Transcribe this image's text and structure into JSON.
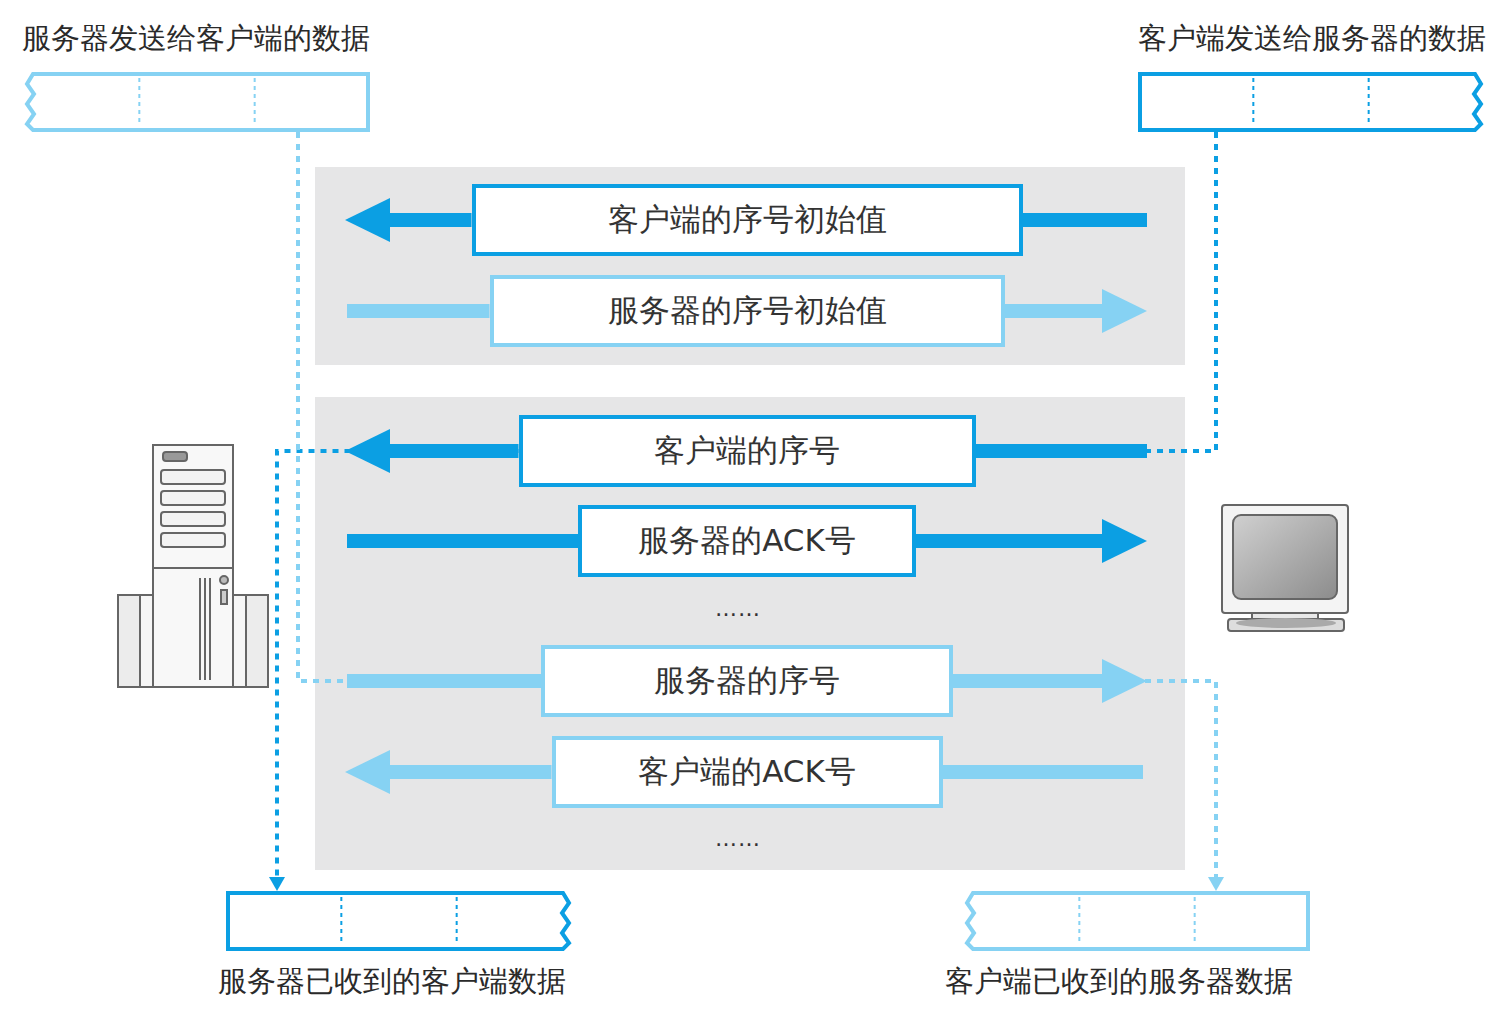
{
  "diagram": {
    "nodes": [
      {
        "text": [
          "服务器发送给客户端的数据"
        ]
      },
      {
        "text": [
          "客户端发送给服务器的数据"
        ]
      },
      {
        "text": [
          "客户端的序号初始值"
        ]
      },
      {
        "text": [
          "服务器的序号初始值"
        ]
      },
      {
        "text": [
          "客户端的序号"
        ]
      },
      {
        "text": [
          "服务器的ACK号"
        ]
      },
      {
        "text": [
          "服务器的序号"
        ]
      },
      {
        "text": [
          "客户端的ACK号"
        ]
      },
      {
        "text": [
          "服务器已收到的客户端数据"
        ]
      },
      {
        "text": [
          "客户端已收到的服务器数据"
        ]
      }
    ],
    "edges": [
      {
        "from": 1,
        "to": 4,
        "arrow": "none"
      },
      {
        "from": 4,
        "to": 8,
        "arrow": "to"
      },
      {
        "from": 0,
        "to": 6,
        "arrow": "none"
      },
      {
        "from": 6,
        "to": 9,
        "arrow": "to"
      }
    ],
    "labels": [
      "……",
      "……"
    ]
  }
}
